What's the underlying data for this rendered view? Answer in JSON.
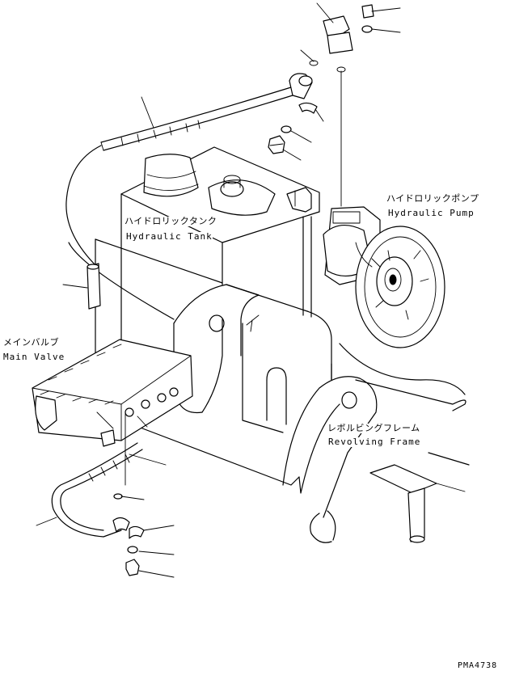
{
  "labels": {
    "hydraulic_tank_jp": "ハイドロリックタンク",
    "hydraulic_tank_en": "Hydraulic Tank",
    "hydraulic_pump_jp": "ハイドロリックポンプ",
    "hydraulic_pump_en": "Hydraulic Pump",
    "main_valve_jp": "メインバルブ",
    "main_valve_en": "Main Valve",
    "revolving_frame_jp": "レボルビングフレーム",
    "revolving_frame_en": "Revolving Frame"
  },
  "drawing_code": "PMA4738",
  "colors": {
    "line": "#000000",
    "background": "#ffffff"
  }
}
